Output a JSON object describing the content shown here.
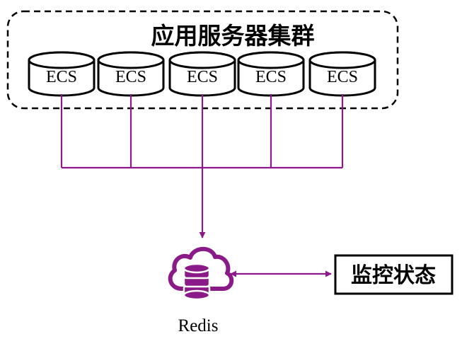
{
  "cluster": {
    "title": "应用服务器集群",
    "nodes": [
      {
        "label": "ECS"
      },
      {
        "label": "ECS"
      },
      {
        "label": "ECS"
      },
      {
        "label": "ECS"
      },
      {
        "label": "ECS"
      }
    ]
  },
  "redis": {
    "label": "Redis"
  },
  "monitor": {
    "label": "监控状态"
  },
  "colors": {
    "connector": "#8b1a89",
    "redis_icon": "#8b1a89",
    "outline": "#000000",
    "background": "#ffffff"
  },
  "icons": {
    "redis": "cloud-database-icon"
  }
}
